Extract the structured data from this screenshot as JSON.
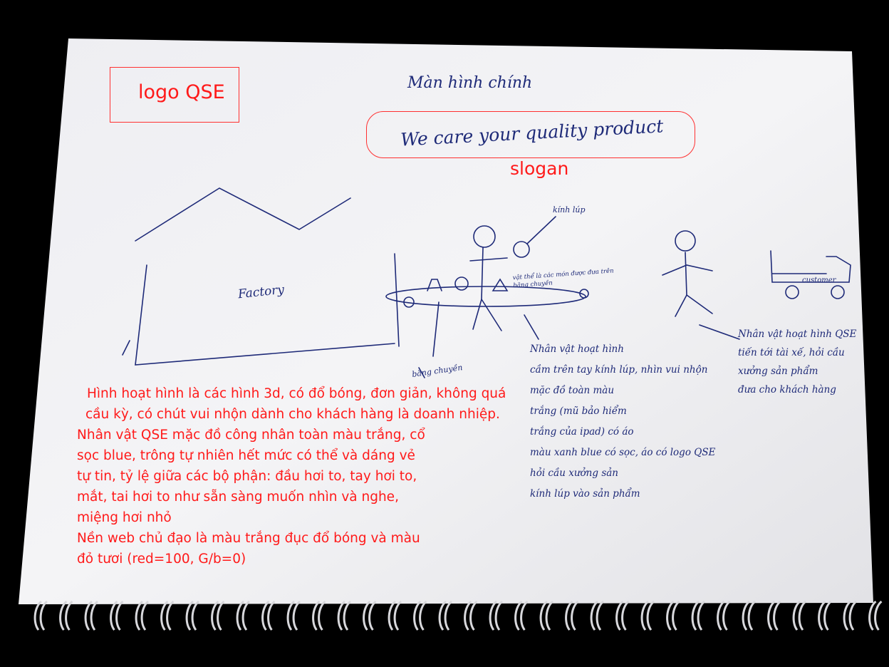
{
  "sketch": {
    "logo_label": "logo QSE",
    "screen_title": "Màn hình chính",
    "slogan_text": "We care your quality product",
    "slogan_label": "slogan",
    "factory_label": "Factory",
    "magnifier_label": "kính lúp",
    "conveyor_note": "vật thể là các món được đưa trên băng chuyền",
    "conveyor_label": "băng chuyền",
    "customer_label": "customer"
  },
  "notes_center": [
    "Nhân vật hoạt hình",
    "cầm trên tay kính lúp, nhìn vui nhộn",
    "mặc đồ toàn màu",
    "trắng (mũ bảo hiểm",
    "trắng của ipad) có áo",
    "màu xanh blue có sọc, áo có logo QSE",
    "hỏi cầu xưởng sản",
    "kính lúp vào sản phẩm"
  ],
  "notes_right": [
    "Nhân vật hoạt hình QSE",
    "tiến tới tài xế, hỏi cầu",
    "xưởng sản phẩm",
    "đưa cho khách hàng"
  ],
  "description": [
    "Hình hoạt hình là các hình 3d, có đổ bóng, đơn giản, không quá",
    "cầu kỳ, có chút vui nhộn dành cho khách hàng là doanh nhiệp.",
    "Nhân vật QSE mặc đồ công nhân toàn màu trắng, cổ",
    "sọc blue, trông tự nhiên hết mức có thể và dáng vẻ",
    "tự tin, tỷ lệ giữa các bộ phận: đầu hơi to, tay hơi to,",
    "mắt, tai hơi to như sẵn sàng muốn nhìn và nghe,",
    "miệng hơi nhỏ",
    "Nền web chủ đạo là màu trắng đục đổ bóng và màu",
    "đỏ tươi (red=100, G/b=0)"
  ],
  "colors": {
    "typed_red": "#ff1a1a",
    "ink_blue": "#1e2a78",
    "paper": "#f2f2f4",
    "background": "#000000"
  }
}
